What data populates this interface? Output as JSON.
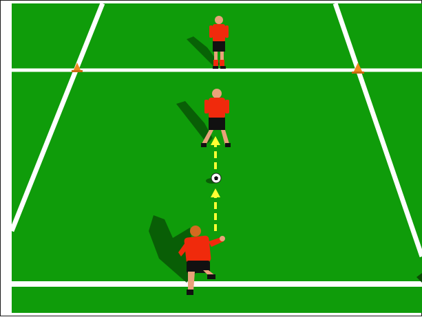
{
  "diagram": {
    "kind": "soccer drill illustration",
    "colors": {
      "grass": "#0f9c0a",
      "grass_dark": "#0b8a07",
      "line": "#ffffff",
      "cone": "#f08a1e",
      "arrow": "#ffff33",
      "jersey": "#f02a0c",
      "shorts": "#111111",
      "skin": "#e9a27a",
      "shadow": "#074f05",
      "border": "#1a1a1a"
    },
    "players": [
      {
        "role": "receiver-far",
        "pose": "standing"
      },
      {
        "role": "receiver-middle",
        "pose": "standing"
      },
      {
        "role": "passer",
        "pose": "kicking"
      }
    ],
    "cones": 2,
    "ball": "soccer-ball",
    "pass_arrow": "dashed-yellow-forward"
  }
}
